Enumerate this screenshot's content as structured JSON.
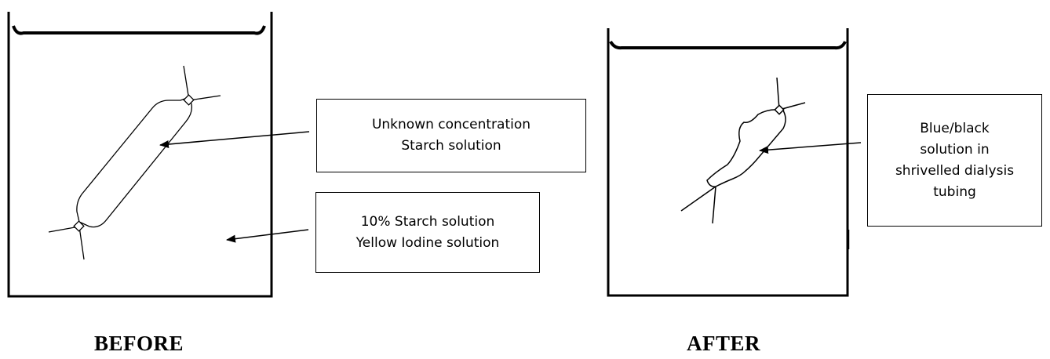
{
  "before_panel": {
    "caption": "BEFORE",
    "inner_label": [
      "Unknown concentration",
      "Starch solution"
    ],
    "outer_label": [
      "10% Starch solution",
      "Yellow Iodine solution"
    ]
  },
  "after_panel": {
    "caption": "AFTER",
    "label": [
      "Blue/black",
      "solution in",
      "shrivelled dialysis",
      "tubing"
    ]
  },
  "colors": {
    "line": "#000000",
    "background": "#ffffff"
  }
}
